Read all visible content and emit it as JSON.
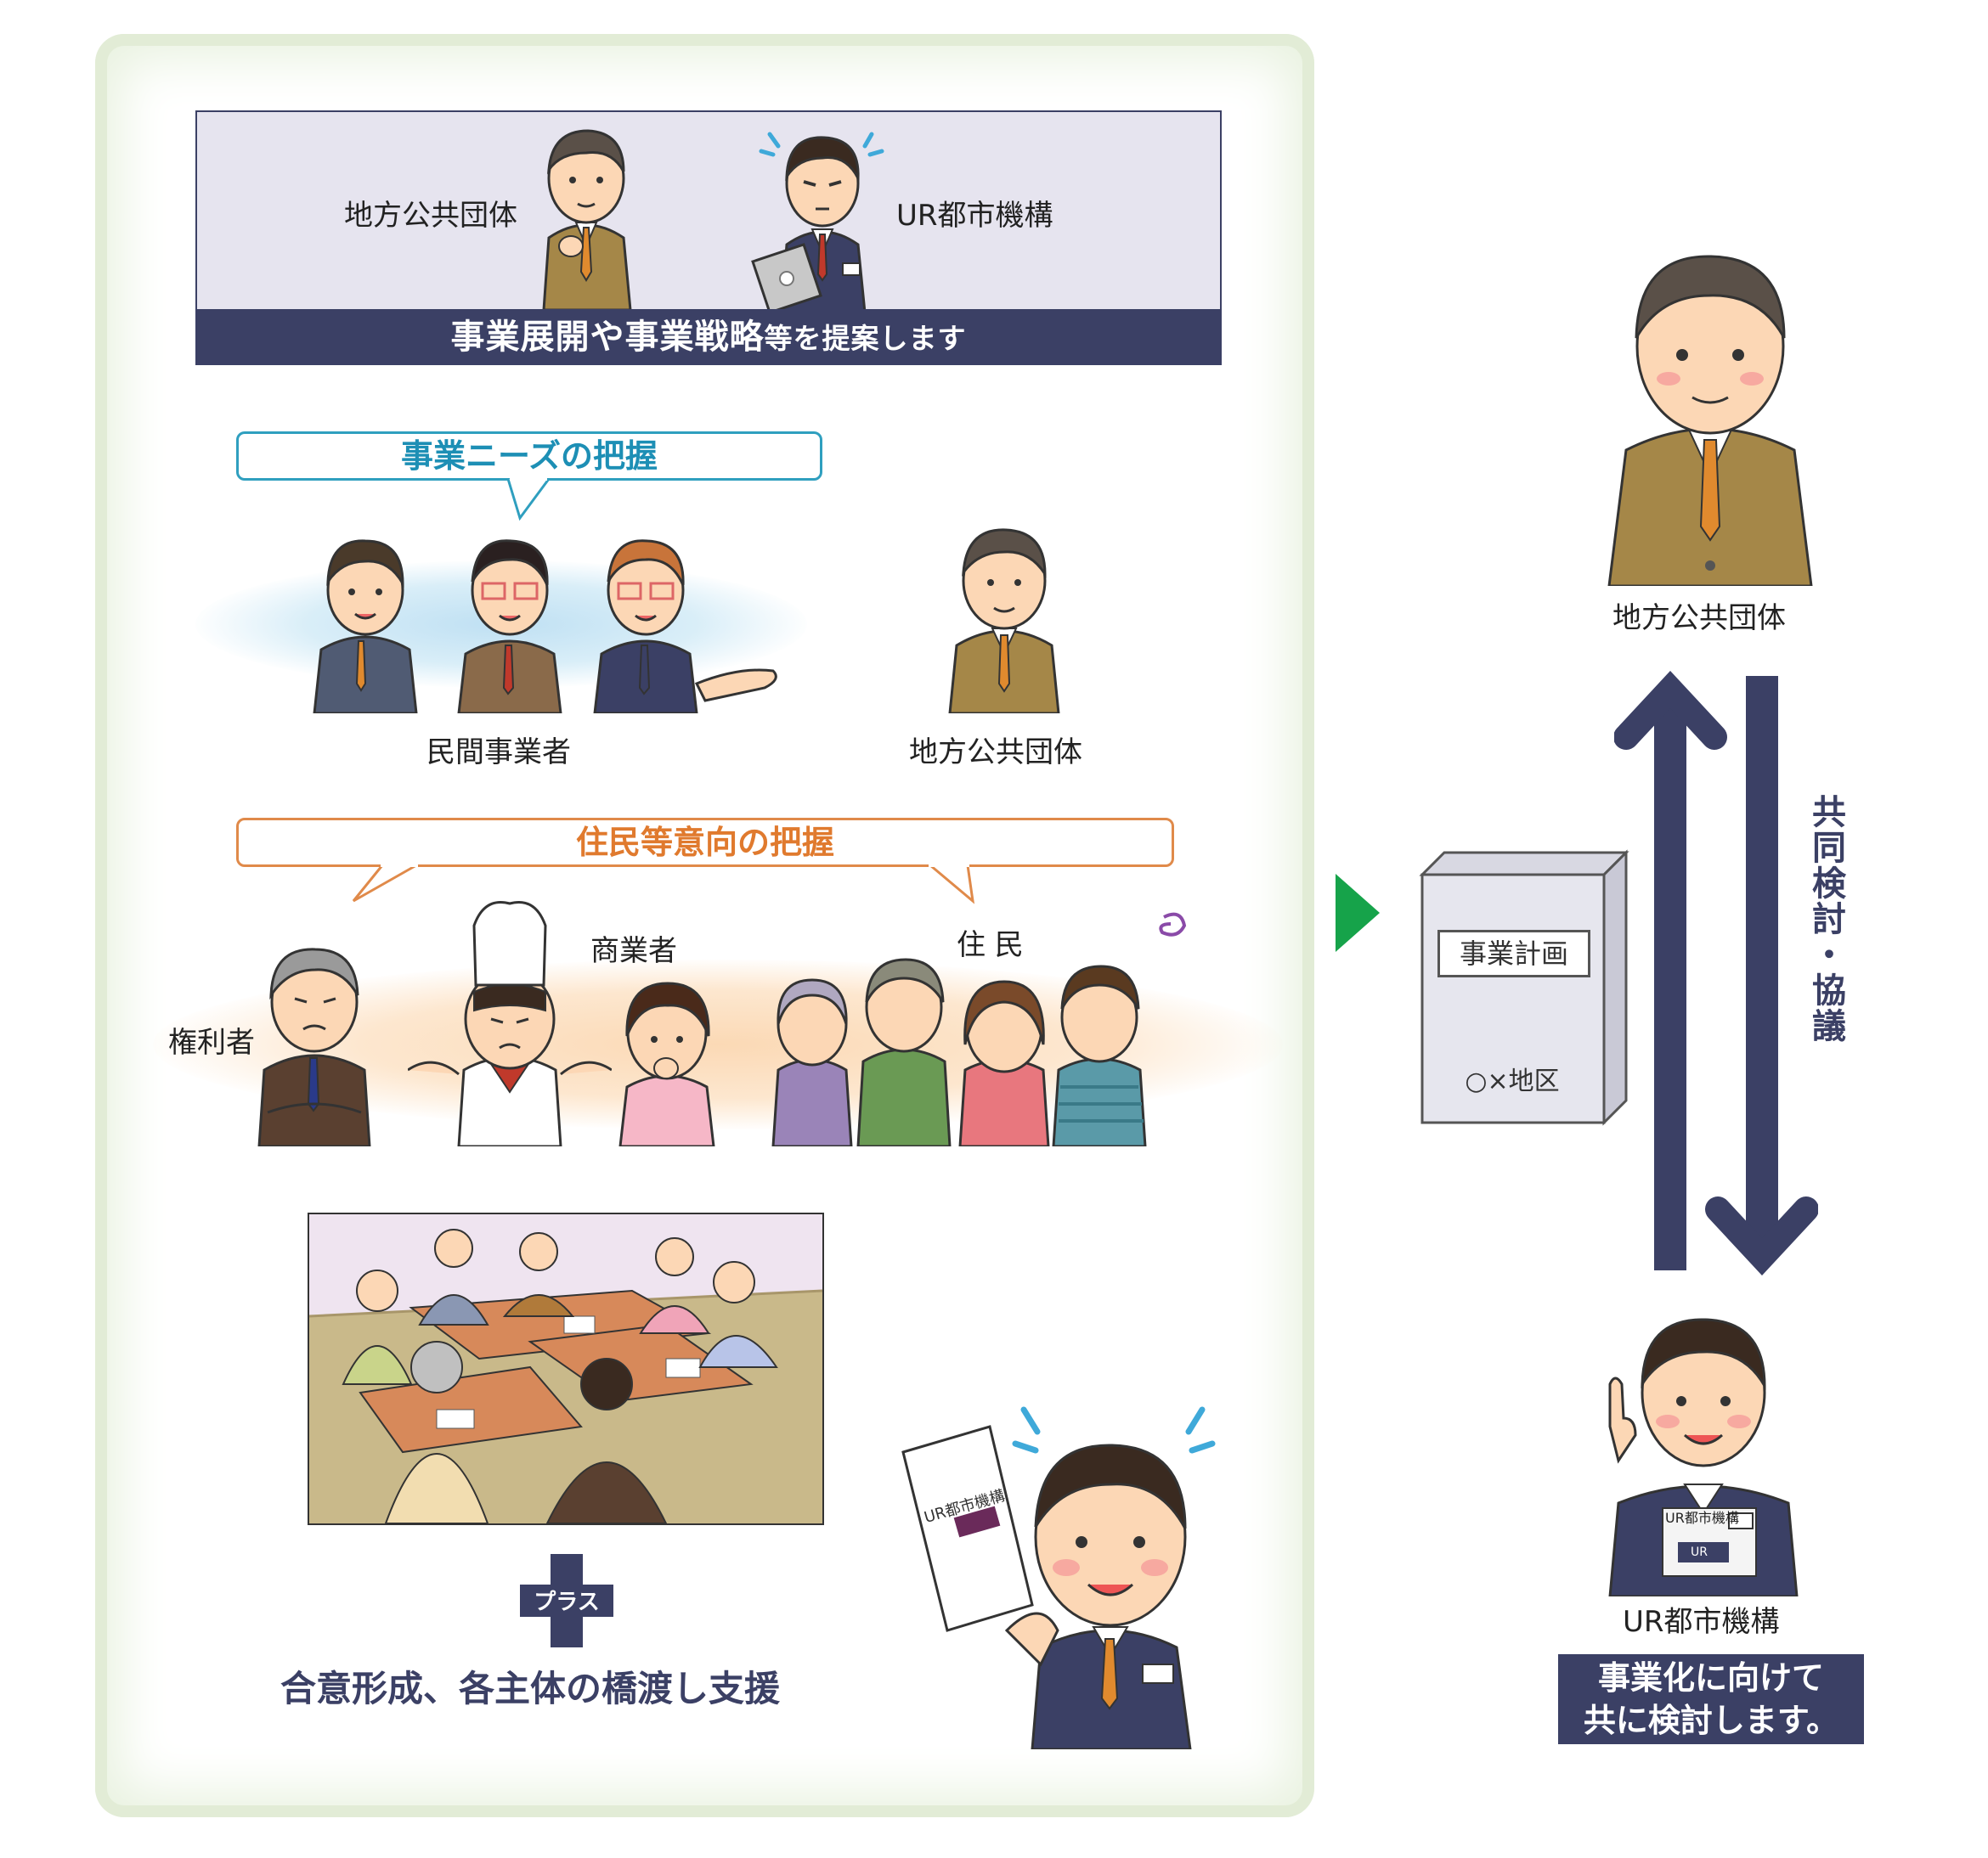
{
  "proposal": {
    "local_gov_label": "地方公共団体",
    "ur_label": "UR都市機構",
    "banner_main": "事業展開や事業戦略",
    "banner_suffix": "等を提案します"
  },
  "needs": {
    "bubble_text": "事業ニーズの把握",
    "private_label": "民間事業者",
    "local_gov_label": "地方公共団体"
  },
  "intent": {
    "bubble_text": "住民等意向の把握",
    "rights_holder_label": "権利者",
    "merchant_label": "商業者",
    "resident_label": "住 民"
  },
  "consensus": {
    "plus_label": "プラス",
    "text": "合意形成、各主体の橋渡し支援"
  },
  "doc_labels": {
    "ur_doc": "UR都市機構",
    "ur_short": "UR"
  },
  "plan": {
    "title": "事業計画",
    "district": "○×地区"
  },
  "right": {
    "local_gov_label": "地方公共団体",
    "ur_label": "UR都市機構",
    "discussion": "共同検討・協議",
    "banner_line1": "事業化に向けて",
    "banner_line2": "共に検討します。"
  },
  "colors": {
    "navy": "#3b4065",
    "teal": "#2f9fbf",
    "orange": "#e07a2e",
    "green_arrow": "#16a34a",
    "panel_border": "#e2ecd6"
  }
}
